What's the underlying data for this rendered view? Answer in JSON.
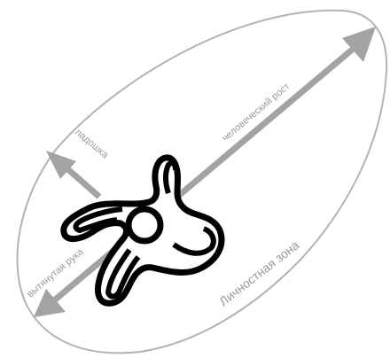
{
  "diagram": {
    "labels": {
      "height_axis": "человеческий рост",
      "palm": "ладошка",
      "extended_arm": "вытянутая рука",
      "zone_name": "Личностная зона"
    },
    "colors": {
      "zone_outline": "#b3b3b3",
      "arrows": "#a3a3a3",
      "figure": "#000000",
      "label_text": "#9a9a9a",
      "background": "#ffffff"
    },
    "icons": {
      "figure": "stick-person-topdown-icon",
      "arrowhead": "arrow-head-icon"
    }
  }
}
